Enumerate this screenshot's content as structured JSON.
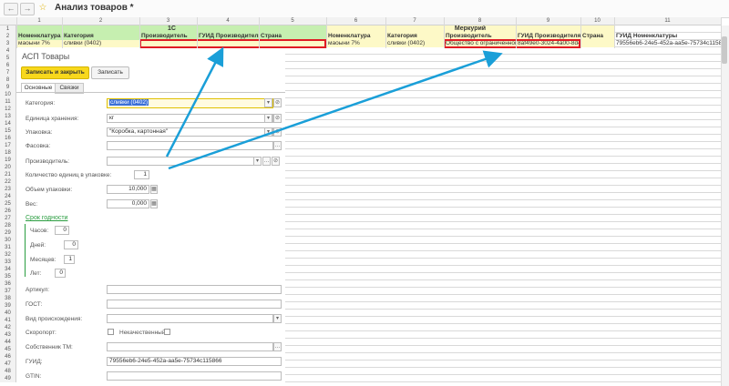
{
  "window": {
    "title": "Анализ товаров *"
  },
  "columns": [
    "1",
    "2",
    "3",
    "4",
    "5",
    "6",
    "7",
    "8",
    "9",
    "10",
    "11"
  ],
  "rows": [
    "1",
    "2",
    "3",
    "4",
    "5",
    "6",
    "7",
    "8",
    "9",
    "10",
    "11",
    "12",
    "13",
    "14",
    "15",
    "16",
    "17",
    "18",
    "19",
    "20",
    "21",
    "22",
    "23",
    "24",
    "25",
    "26",
    "27",
    "28",
    "29",
    "30",
    "31",
    "32",
    "33",
    "34",
    "35",
    "36",
    "37",
    "38",
    "39",
    "40",
    "41",
    "42",
    "43",
    "44",
    "45",
    "46",
    "47",
    "48",
    "49"
  ],
  "groups": {
    "left": "1С",
    "right": "Меркурий"
  },
  "headers": [
    "Номенклатура",
    "Категория",
    "Производитель",
    "ГУИД Производителя",
    "Страна",
    "Номенклатура",
    "Категория",
    "Производитель",
    "ГУИД Производителя",
    "Страна",
    "ГУИД Номенклатуры"
  ],
  "datarow": [
    "маоыни 7%",
    "сливки (0402)",
    "",
    "",
    "",
    "маоыни 7%",
    "сливки (0402)",
    "Общество с ограниченной",
    "8af49e0-3024-4a00-8d4d",
    "",
    "79556eb6-24e5-452a-aa5e-75734c115866"
  ],
  "form": {
    "title": "АСП Товары",
    "save_close": "Записать и закрыть",
    "save": "Записать",
    "tabs": [
      "Основные",
      "Связки"
    ],
    "category": {
      "label": "Категория:",
      "value": "сливки (0402)"
    },
    "unit": {
      "label": "Единица хранения:",
      "value": "кг"
    },
    "package": {
      "label": "Упаковка:",
      "value": "\"Коробка, картонная\""
    },
    "packing": {
      "label": "Фасовка:",
      "value": ""
    },
    "producer": {
      "label": "Производитель:",
      "value": ""
    },
    "qty": {
      "label": "Количество единиц в упаковке:",
      "value": "1"
    },
    "volume": {
      "label": "Объем упаковки:",
      "value": "10,000"
    },
    "weight": {
      "label": "Вес:",
      "value": "0,000"
    },
    "shelf": {
      "title": "Срок годности",
      "hours": {
        "label": "Часов:",
        "value": "0"
      },
      "days": {
        "label": "Дней:",
        "value": "0"
      },
      "months": {
        "label": "Месяцев:",
        "value": "1"
      },
      "years": {
        "label": "Лет:",
        "value": "0"
      }
    },
    "article": {
      "label": "Артикул:",
      "value": ""
    },
    "gost": {
      "label": "ГОСТ:",
      "value": ""
    },
    "origin": {
      "label": "Вид происхождения:",
      "value": ""
    },
    "perishable": {
      "label": "Скоропорт:"
    },
    "low_quality": {
      "label": "Некачественный:"
    },
    "owner": {
      "label": "Собственник ТМ:",
      "value": ""
    },
    "guid": {
      "label": "ГУИД:",
      "value": "79556eb6-24e5-452a-aa5e-75734c115866"
    },
    "gtin": {
      "label": "GTIN:",
      "value": ""
    }
  },
  "colors": {
    "green": "#c6efb0",
    "yellow": "#fdf9c7",
    "red": "#e01b24",
    "arrow": "#1a9fd8",
    "button": "#f8d81c"
  }
}
